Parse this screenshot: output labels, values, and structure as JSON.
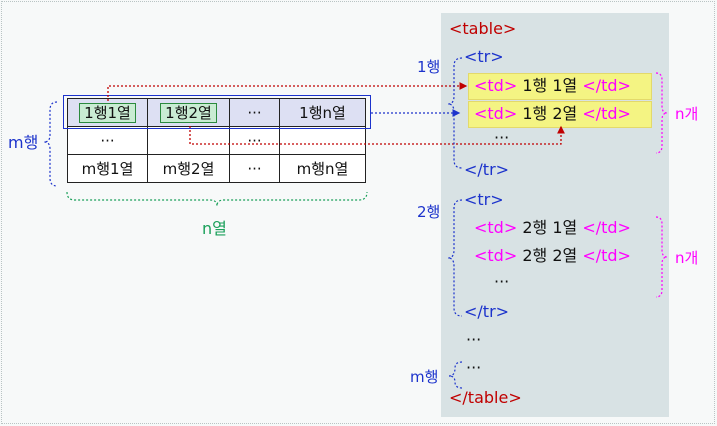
{
  "diagram": {
    "grid": {
      "row1": [
        "1행1열",
        "1행2열",
        "···",
        "1행n열"
      ],
      "row2": [
        "···",
        "",
        "···",
        ""
      ],
      "row3": [
        "m행1열",
        "m행2열",
        "···",
        "m행n열"
      ],
      "row_brace_label": "m행",
      "col_brace_label": "n열"
    },
    "code": {
      "table_open": "<table>",
      "table_close": "</table>",
      "tr_open": "<tr>",
      "tr_close": "</tr>",
      "td_open": "<td>",
      "td_close": "</td>",
      "row1_label": "1행",
      "row2_label": "2행",
      "rowm_label": "m행",
      "cell_1_1": "1행 1열",
      "cell_1_2": "1행 2열",
      "cell_2_1": "2행 1열",
      "cell_2_2": "2행 2열",
      "n_count": "n개",
      "ellipsis": "···"
    },
    "colors": {
      "red": "#c00000",
      "blue": "#1c33cc",
      "magenta": "#ff00ff",
      "green": "#1aa05a",
      "highlight": "#f4f483"
    }
  }
}
